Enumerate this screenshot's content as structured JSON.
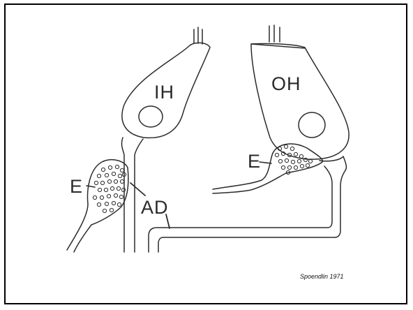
{
  "diagram": {
    "labels": {
      "inner_hair_cell": "IH",
      "outer_hair_cell": "OH",
      "efferent_left": "E",
      "efferent_right": "E",
      "afferent_dendrite": "AD"
    },
    "citation": "Spoendlin 1971"
  }
}
